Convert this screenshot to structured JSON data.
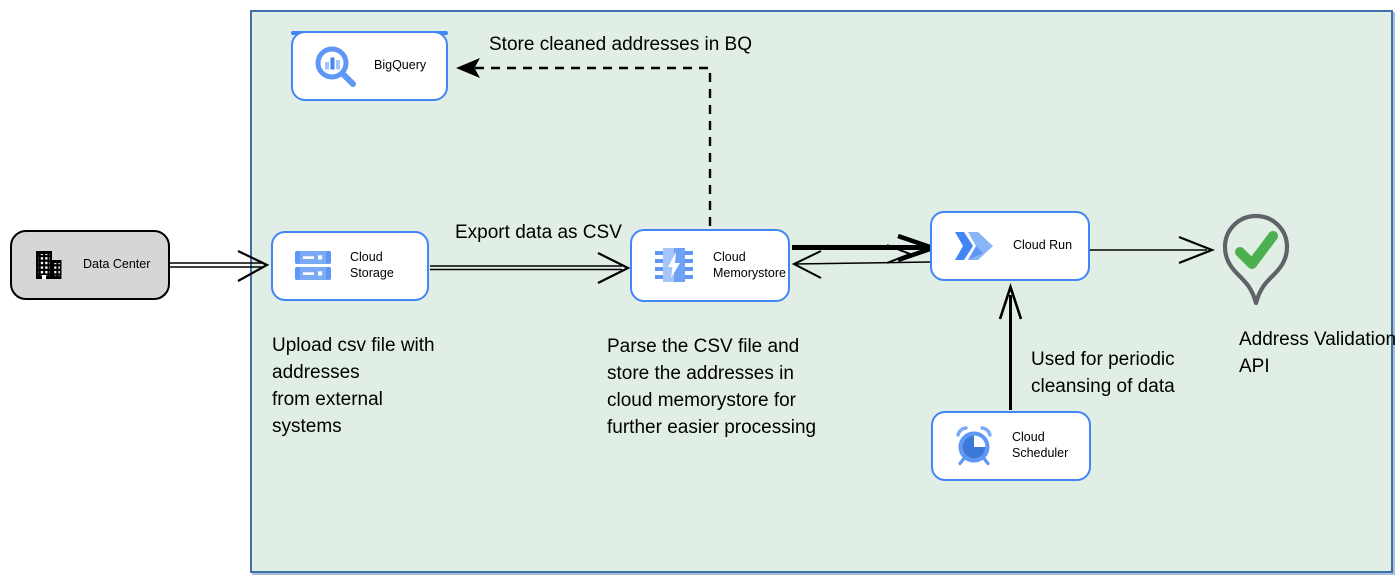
{
  "colors": {
    "zone_fill": "#e1eee5",
    "zone_border": "#4071a8",
    "node_fill": "#ffffff",
    "node_border": "#4285f4",
    "datacenter_fill": "#d6d6d6",
    "datacenter_border": "#000000",
    "icon_blue": "#5e97f6",
    "icon_blue_light": "#a6c5fa",
    "icon_blue_dark": "#3c78d8",
    "check_green": "#4caf50",
    "pin_outline": "#5f6368",
    "arrow_color": "#000000",
    "text_color": "#000000"
  },
  "nodes": {
    "data_center": {
      "label": "Data Center"
    },
    "cloud_storage": {
      "label": "Cloud Storage"
    },
    "bigquery": {
      "label": "BigQuery"
    },
    "cloud_memorystore": {
      "label": "Cloud\nMemorystore"
    },
    "cloud_run": {
      "label": "Cloud Run"
    },
    "cloud_scheduler": {
      "label": "Cloud Scheduler"
    },
    "address_validation_api": {
      "label": "Address Validation\nAPI"
    }
  },
  "annotations": {
    "store_cleaned_bq": "Store cleaned addresses in BQ",
    "export_csv": "Export data as CSV",
    "upload_csv": "Upload csv file with\naddresses\nfrom external\nsystems",
    "parse_csv": "Parse the CSV file and\nstore the addresses in\ncloud  memorystore for\nfurther easier processing",
    "periodic_cleansing": "Used for periodic\ncleansing of data"
  }
}
